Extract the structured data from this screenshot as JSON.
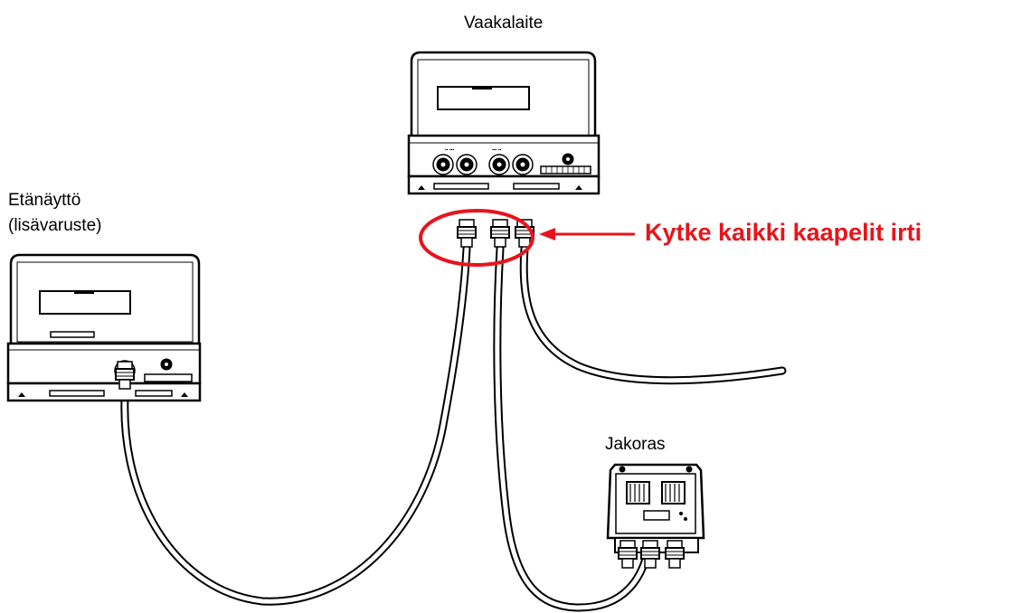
{
  "labels": {
    "main_unit": "Vaakalaite",
    "remote_display_line1": "Etänäyttö",
    "remote_display_line2": "(lisävaruste)",
    "junction_box": "Jakoras",
    "warning": "Kytke kaikki kaapelit irti"
  },
  "colors": {
    "warning": "#e8141c",
    "line": "#000000",
    "background": "#ffffff"
  }
}
